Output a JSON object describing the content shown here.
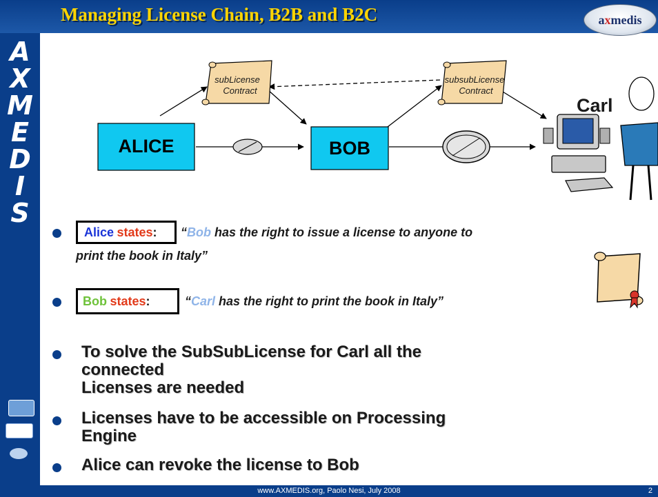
{
  "slide": {
    "title": "Managing License Chain, B2B and B2C",
    "logo_text": "axmedis",
    "side_letters": [
      "A",
      "X",
      "M",
      "E",
      "D",
      "I",
      "S"
    ],
    "footer": "www.AXMEDIS.org, Paolo Nesi, July 2008",
    "page_number": "2"
  },
  "diagram": {
    "alice": "ALICE",
    "bob": "BOB",
    "carl": "Carl",
    "sublicense": [
      "subLicense",
      "Contract"
    ],
    "subsublicense": [
      "subsubLicense",
      "Contract"
    ]
  },
  "statements": [
    {
      "speaker": "Alice",
      "verb": "states",
      "quote_open": "“",
      "subject": "Bob",
      "text": " has the right to issue a license to anyone to",
      "text2": "print the book in Italy”",
      "separator": ":"
    },
    {
      "speaker": "Bob",
      "verb": "states",
      "quote_open": "“",
      "subject": "Carl",
      "text": " has the right to print the book in Italy”",
      "separator": ":"
    }
  ],
  "bullets": [
    [
      "To solve the SubSubLicense for Carl all the",
      "connected",
      "Licenses are needed"
    ],
    [
      "Licenses have to be accessible on Processing",
      "Engine"
    ],
    [
      "Alice can revoke the license to Bob"
    ]
  ],
  "colors": {
    "navy": "#0a3e8a",
    "title_yellow": "#ffd400",
    "box_cyan": "#10c8f0",
    "scroll": "#f6d9a6",
    "alice_blue": "#1a34d8",
    "states_red": "#e23a1a",
    "bob_green": "#6ec23a",
    "carl_lightblue": "#8fb4e8"
  }
}
